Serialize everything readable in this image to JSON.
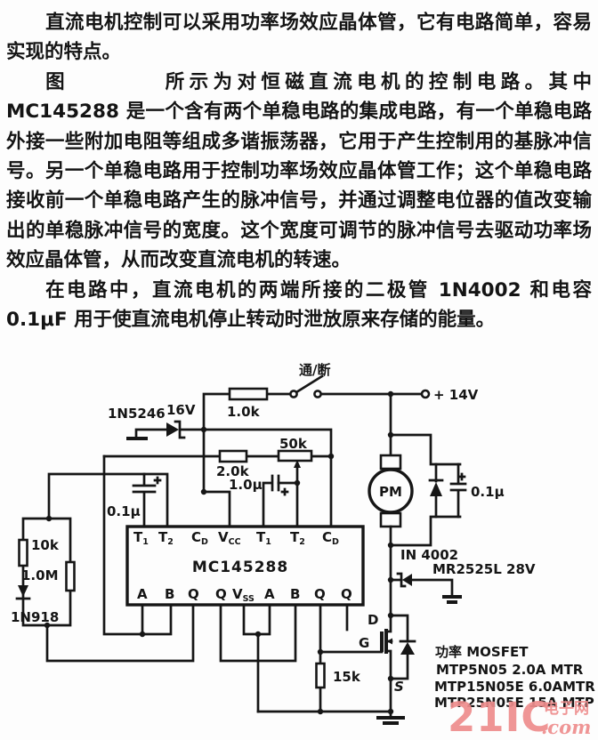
{
  "document": {
    "paragraphs": [
      "直流电机控制可以采用功率场效应晶体管，它有电路简单，容易实现的特点。",
      "图　　　　所示为对恒磁直流电机的控制电路。其中 MC145288 是一个含有两个单稳电路的集成电路，有一个单稳电路外接一些附加电阻等组成多谐振荡器，它用于产生控制用的基脉冲信号。另一个单稳电路用于控制功率场效应晶体管工作；这个单稳电路接收前一个单稳电路产生的脉冲信号，并通过调整电位器的值改变输出的单稳脉冲信号的宽度。这个宽度可调节的脉冲信号去驱动功率场效应晶体管，从而改变直流电机的转速。",
      "在电路中，直流电机的两端所接的二极管 1N4002 和电容 0.1μF 用于使直流电机停止转动时泄放原来存储的能量。"
    ]
  },
  "schematic": {
    "power": {
      "switch_label": "通/断",
      "series_resistor": "1.0k",
      "supply": "+ 14V"
    },
    "regulator": {
      "zener_part": "1N5246",
      "zener_voltage": "16V"
    },
    "oscillator": {
      "pot": "50k",
      "resistor": "2.0k",
      "cap": "1.0μ",
      "timing_cap": "0.1μ",
      "res_10k": "10k",
      "res_1m": "1.0M",
      "diode": "1N918"
    },
    "ic": {
      "part": "MC145288",
      "top_pins": [
        {
          "b": "T",
          "s": "1"
        },
        {
          "b": "T",
          "s": "2"
        },
        {
          "b": "C",
          "s": "D"
        },
        {
          "b": "V",
          "s": "CC"
        },
        {
          "b": "T",
          "s": "1"
        },
        {
          "b": "T",
          "s": "2"
        },
        {
          "b": "C",
          "s": "D"
        }
      ],
      "bottom_pins": [
        {
          "b": "A",
          "s": ""
        },
        {
          "b": "B",
          "s": ""
        },
        {
          "b": "Q",
          "s": ""
        },
        {
          "b": "Q",
          "s": ""
        },
        {
          "b": "V",
          "s": "SS"
        },
        {
          "b": "A",
          "s": ""
        },
        {
          "b": "B",
          "s": ""
        },
        {
          "b": "Q",
          "s": ""
        },
        {
          "b": "Q",
          "s": ""
        }
      ]
    },
    "motor": {
      "label": "PM",
      "flyback_diode": "IN 4002",
      "cap": "0.1μ",
      "clamp_diode": "MR2525L 28V"
    },
    "mosfet": {
      "drain": "D",
      "gate": "G",
      "source": "S",
      "gate_resistor": "15k",
      "title": "功率 MOSFET",
      "types": [
        "MTP5N05 2.0A MTR",
        "MTP15N05E 6.0AMTR",
        "MTP25N05E 15A MTP"
      ]
    },
    "watermark": {
      "brand": "21IC",
      "site": "电子网",
      "tld": ".com",
      "color": "#ee8d8d"
    }
  }
}
